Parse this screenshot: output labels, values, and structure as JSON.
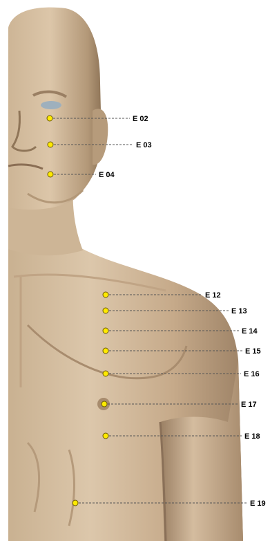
{
  "colors": {
    "background": "#ffffff",
    "skin_light": "#d8c2a6",
    "skin_mid": "#c2a688",
    "skin_shadow": "#8a7058",
    "point_fill": "#ffea00",
    "point_stroke": "#6b5a00",
    "leader_line": "#555555",
    "label_text": "#000000"
  },
  "points": [
    {
      "id": "e02",
      "label": "E 02"
    },
    {
      "id": "e03",
      "label": "E 03"
    },
    {
      "id": "e04",
      "label": "E 04"
    },
    {
      "id": "e12",
      "label": "E 12"
    },
    {
      "id": "e13",
      "label": "E 13"
    },
    {
      "id": "e14",
      "label": "E 14"
    },
    {
      "id": "e15",
      "label": "E 15"
    },
    {
      "id": "e16",
      "label": "E 16"
    },
    {
      "id": "e17",
      "label": "E 17"
    },
    {
      "id": "e18",
      "label": "E 18"
    },
    {
      "id": "e19",
      "label": "E 19"
    }
  ]
}
